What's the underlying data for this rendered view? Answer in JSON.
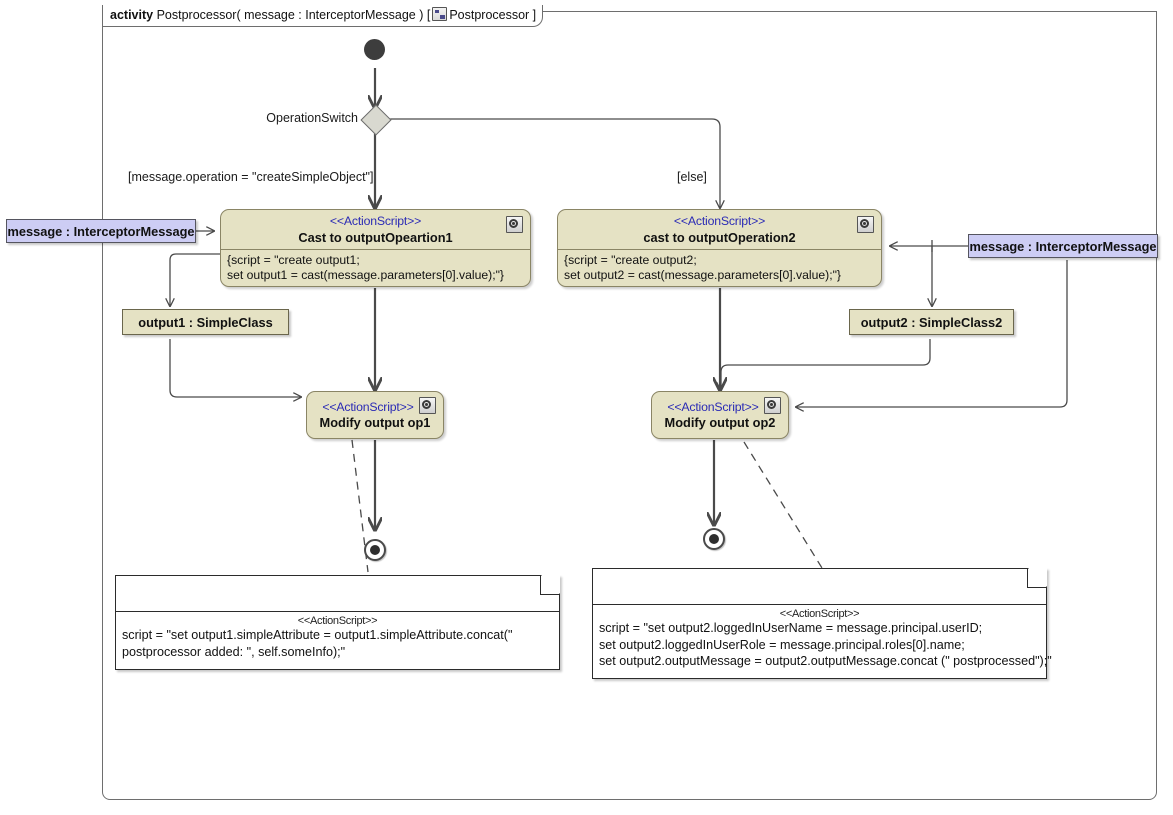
{
  "frame": {
    "keyword": "activity",
    "title": "Postprocessor( message : InterceptorMessage ) [",
    "icon": "diagram-icon",
    "context": "Postprocessor ]"
  },
  "nodes": {
    "initial": {
      "name": "initial-node"
    },
    "decision": {
      "label": "OperationSwitch"
    },
    "guards": {
      "left": "[message.operation = \"createSimpleObject\"]",
      "right": "[else]"
    },
    "cast1": {
      "stereotype": "<<ActionScript>>",
      "name": "Cast to outputOpeartion1",
      "body": "{script = \"create output1;\nset output1 = cast(message.parameters[0].value);\"}"
    },
    "cast2": {
      "stereotype": "<<ActionScript>>",
      "name": "cast to outputOperation2",
      "body": "{script = \"create output2;\nset output2 = cast(message.parameters[0].value);\"}"
    },
    "modify1": {
      "stereotype": "<<ActionScript>>",
      "name": "Modify output op1"
    },
    "modify2": {
      "stereotype": "<<ActionScript>>",
      "name": "Modify output op2"
    },
    "output1": {
      "label": "output1 : SimpleClass"
    },
    "output2": {
      "label": "output2 : SimpleClass2"
    },
    "message_left": {
      "label": "message : InterceptorMessage"
    },
    "message_right": {
      "label": "message : InterceptorMessage"
    },
    "final1": {
      "name": "activity-final-1"
    },
    "final2": {
      "name": "activity-final-2"
    }
  },
  "notes": {
    "note1": {
      "stereotype": "<<ActionScript>>",
      "text": "script = \"set output1.simpleAttribute = output1.simpleAttribute.concat(\"\npostprocessor added: \", self.someInfo);\""
    },
    "note2": {
      "stereotype": "<<ActionScript>>",
      "text": "script = \"set output2.loggedInUserName = message.principal.userID;\nset output2.loggedInUserRole = message.principal.roles[0].name;\nset output2.outputMessage = output2.outputMessage.concat (\" postprocessed\");\""
    }
  },
  "colors": {
    "action_fill": "#e5e2c4",
    "pin_fill": "#cdcdf4",
    "decision_fill": "#d9d9d0",
    "stereotype_text": "#2b2bb5",
    "edge": "#4a4a4a"
  }
}
